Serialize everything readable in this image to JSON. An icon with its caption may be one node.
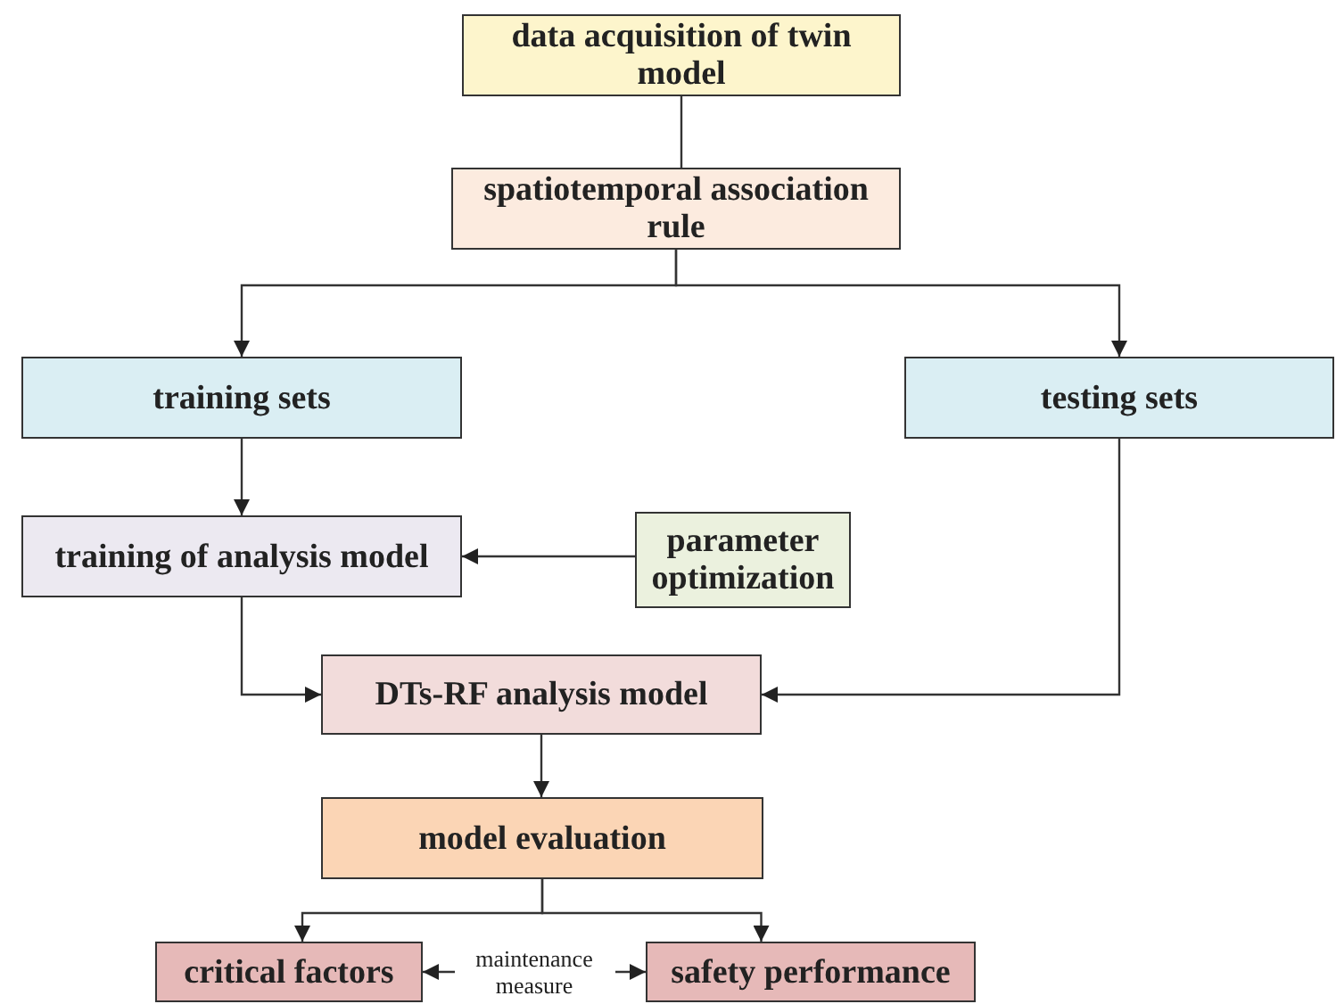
{
  "diagram": {
    "nodes": [
      {
        "text": [
          "data acquisition of twin model"
        ]
      },
      {
        "text": [
          "spatiotemporal association rule"
        ]
      },
      {
        "text": [
          "training sets"
        ]
      },
      {
        "text": [
          "testing sets"
        ]
      },
      {
        "text": [
          "training of analysis model"
        ]
      },
      {
        "text": [
          "parameter optimization"
        ]
      },
      {
        "text": [
          "DTs-RF analysis model"
        ]
      },
      {
        "text": [
          "model evaluation"
        ]
      },
      {
        "text": [
          "critical factors"
        ]
      },
      {
        "text": [
          "safety performance"
        ]
      }
    ],
    "edges": [
      {
        "from": 0,
        "to": 1,
        "arrow": "to"
      },
      {
        "from": 1,
        "to": 2,
        "arrow": "to"
      },
      {
        "from": 1,
        "to": 3,
        "arrow": "to"
      },
      {
        "from": 2,
        "to": 4,
        "arrow": "to"
      },
      {
        "from": 5,
        "to": 4,
        "arrow": "to"
      },
      {
        "from": 4,
        "to": 6,
        "arrow": "to"
      },
      {
        "from": 3,
        "to": 6,
        "arrow": "to"
      },
      {
        "from": 6,
        "to": 7,
        "arrow": "to"
      },
      {
        "from": 7,
        "to": 8,
        "arrow": "to"
      },
      {
        "from": 7,
        "to": 9,
        "arrow": "to"
      },
      {
        "from": 8,
        "to": 9,
        "label": "maintenance measure",
        "arrow": "both"
      }
    ]
  }
}
